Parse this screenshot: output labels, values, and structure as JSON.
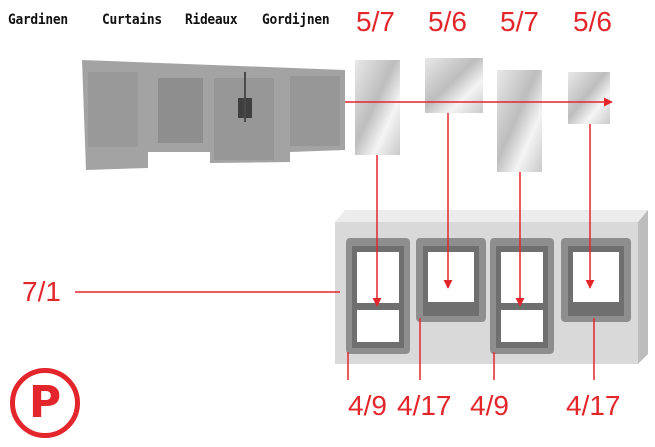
{
  "languages": [
    "Gardinen",
    "Curtains",
    "Rideaux",
    "Gordijnen"
  ],
  "top_parts": [
    "5/7",
    "5/6",
    "5/7",
    "5/6"
  ],
  "side_part": "7/1",
  "bottom_parts": [
    "4/9",
    "4/17",
    "4/9",
    "4/17"
  ],
  "badge": "P",
  "colors": {
    "accent": "#e3262b",
    "text": "#111111",
    "wall": "#d9d9d9",
    "frame": "#8e8e8e"
  },
  "icons": {
    "badge": "parking-p-icon"
  }
}
